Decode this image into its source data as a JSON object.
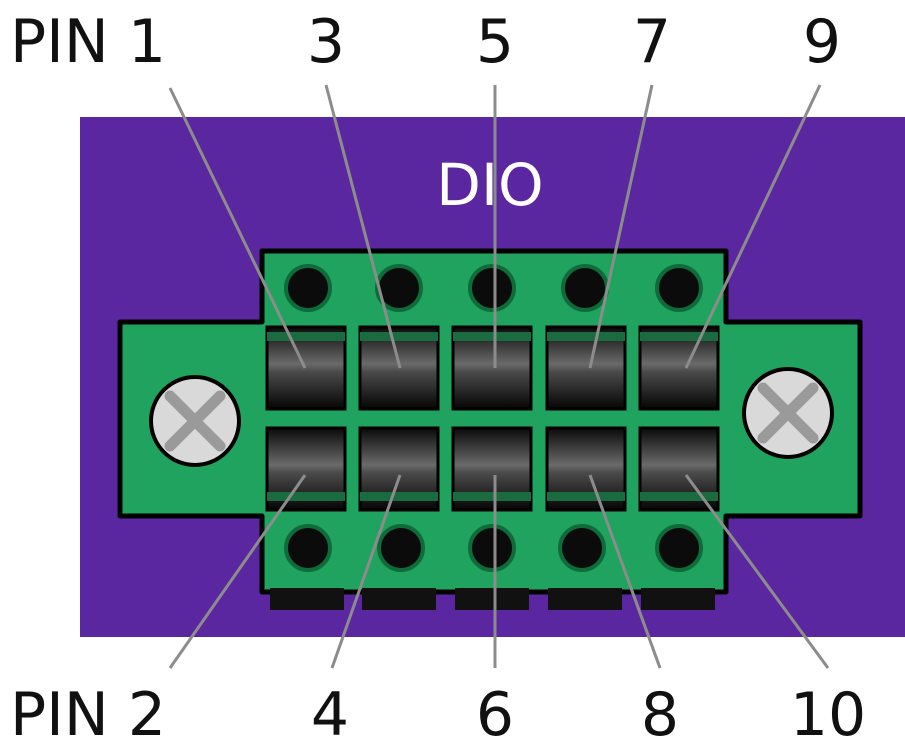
{
  "connector": {
    "title": "DIO",
    "top_labels": [
      "PIN 1",
      "3",
      "5",
      "7",
      "9"
    ],
    "bottom_labels": [
      "PIN 2",
      "4",
      "6",
      "8",
      "10"
    ]
  },
  "colors": {
    "panel": "#5b27a1",
    "body": "#1fa35f",
    "outline": "#000000",
    "screw": "#d9d9d9",
    "screw_cross": "#9a9a9a",
    "leader": "#8c8c8c",
    "label_text": "#111111",
    "title_text": "#ffffff"
  }
}
